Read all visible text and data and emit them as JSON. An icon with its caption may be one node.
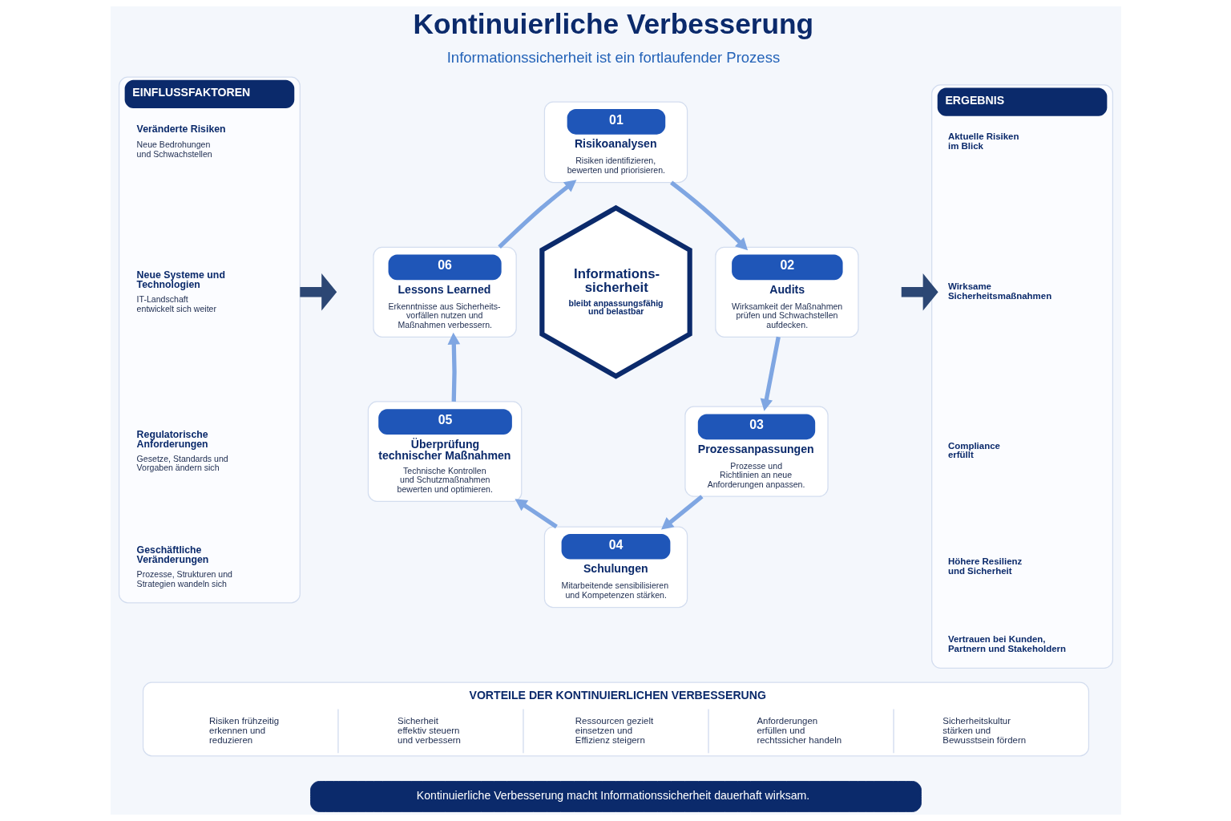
{
  "diagram": {
    "title": "Kontinuierliche Verbesserung",
    "nodes": [
      {
        "text": [
          "EINFLUSSFAKTOREN"
        ]
      },
      {
        "text": [
          "Veränderte Risiken",
          "Neue Bedrohungen und Schwachstellen"
        ],
        "in": 0
      },
      {
        "text": [
          "Neue Systeme und Technologien",
          "IT-Landschaft entwickelt sich weiter"
        ],
        "in": 0
      },
      {
        "text": [
          "Regulatorische Anforderungen",
          "Gesetze, Standards und Vorgaben ändern sich"
        ],
        "in": 0
      },
      {
        "text": [
          "Geschäftliche Veränderungen",
          "Prozesse, Strukturen und Strategien wandeln sich"
        ],
        "in": 0
      },
      {
        "text": [
          "01",
          "Risikoanalysen",
          "Risiken identifizieren, bewerten und priorisieren."
        ]
      },
      {
        "text": [
          "02",
          "Audits",
          "Wirksamkeit der Maßnahmen prüfen und Schwachstellen aufdecken."
        ]
      },
      {
        "text": [
          "03",
          "Prozessanpassungen",
          "Prozesse und Richtlinien an neue Anforderungen anpassen."
        ]
      },
      {
        "text": [
          "04",
          "Schulungen",
          "Mitarbeitende sensibilisieren und Kompetenzen stärken."
        ]
      },
      {
        "text": [
          "05",
          "Überprüfung technischer Maßnahmen",
          "Technische Kontrollen und Schutzmaßnahmen bewerten und optimieren."
        ]
      },
      {
        "text": [
          "06",
          "Lessons Learned",
          "Erkenntnisse aus Sicherheits- vorfällen nutzen und Maßnahmen verbessern."
        ]
      },
      {
        "text": [
          "Informations- sicherheit",
          "bleibt anpassungsfähig und belastbar"
        ]
      },
      {
        "text": [
          "ERGEBNIS"
        ]
      },
      {
        "text": [
          "Aktuelle Risiken im Blick"
        ],
        "in": 12
      },
      {
        "text": [
          "Wirksame Sicherheitsmaßnahmen"
        ],
        "in": 12
      },
      {
        "text": [
          "Compliance erfüllt"
        ],
        "in": 12
      },
      {
        "text": [
          "Höhere Resilienz und Sicherheit"
        ],
        "in": 12
      },
      {
        "text": [
          "Vertrauen bei Kunden, Partnern und Stakeholdern"
        ],
        "in": 12
      },
      {
        "text": [
          "VORTEILE DER KONTINUIERLICHEN VERBESSERUNG",
          "Risiken frühzeitig erkennen und reduzieren",
          "Sicherheit effektiv steuern und verbessern",
          "Ressourcen gezielt einsetzen und Effizienz steigern",
          "Anforderungen erfüllen und rechtssicher handeln",
          "Sicherheitskultur stärken und Bewusstsein fördern"
        ]
      },
      {
        "text": [
          "Kontinuierliche Verbesserung macht Informationssicherheit dauerhaft wirksam."
        ]
      }
    ],
    "edges": [
      {
        "from": 5,
        "to": 6,
        "arrow": "to"
      },
      {
        "from": 6,
        "to": 7,
        "arrow": "to"
      },
      {
        "from": 7,
        "to": 8,
        "arrow": "to"
      },
      {
        "from": 8,
        "to": 9,
        "arrow": "to"
      },
      {
        "from": 9,
        "to": 10,
        "arrow": "to"
      },
      {
        "from": 10,
        "to": 5,
        "arrow": "to"
      },
      {
        "from": 0,
        "to": null,
        "arrow": "to",
        "style": "thick",
        "color": "#2c4774"
      },
      {
        "from": null,
        "to": 12,
        "arrow": "to",
        "style": "thick",
        "color": "#2c4774"
      }
    ],
    "labels": [
      "Informationssicherheit ist ein fortlaufender Prozess"
    ]
  }
}
